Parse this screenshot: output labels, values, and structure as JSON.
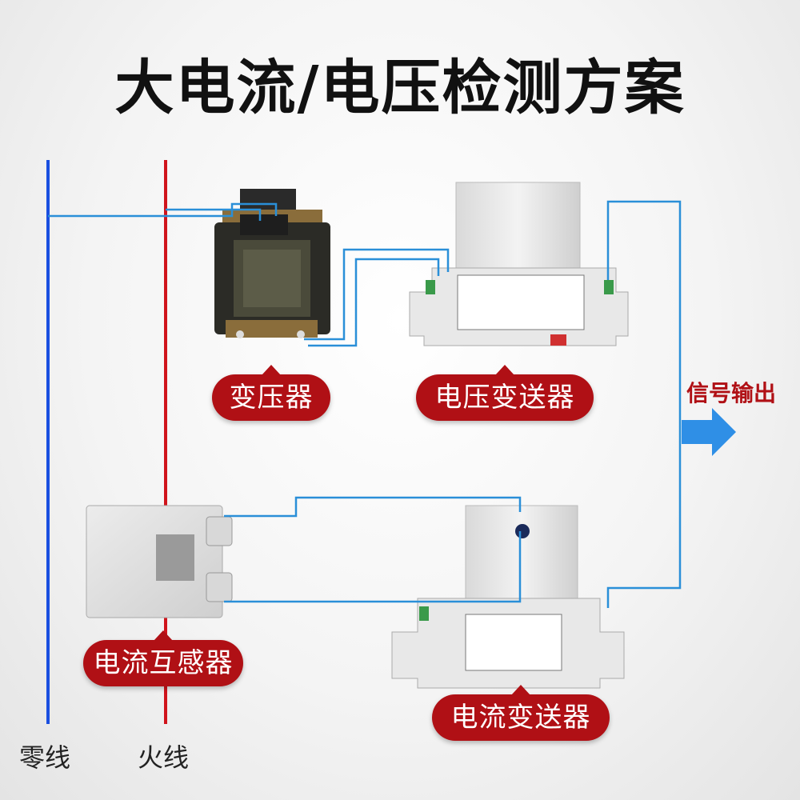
{
  "title": "大电流/电压检测方案",
  "labels": {
    "transformer": "变压器",
    "voltage_transmitter": "电压变送器",
    "current_transformer": "电流互感器",
    "current_transmitter": "电流变送器",
    "signal_output": "信号输出",
    "neutral_line": "零线",
    "live_line": "火线"
  },
  "colors": {
    "neutral": "#1a4fe0",
    "live": "#d0141c",
    "wire": "#2a8fd8",
    "tag": "#b01015",
    "arrow": "#2f8fe6"
  }
}
